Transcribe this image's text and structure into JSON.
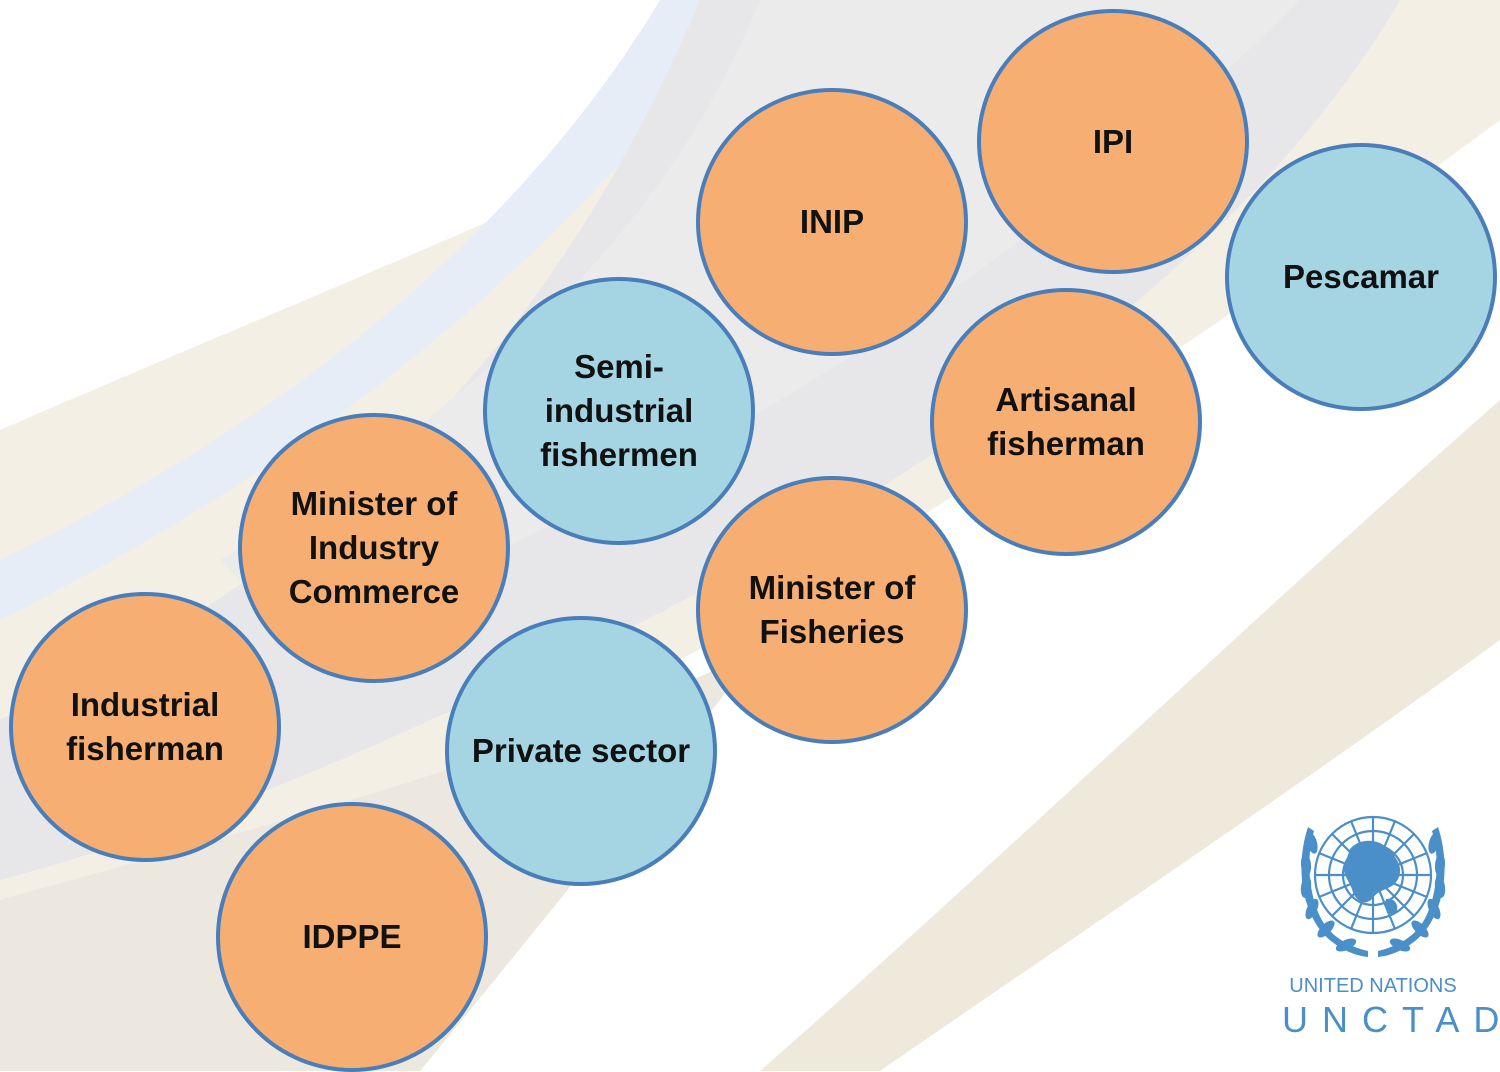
{
  "colors": {
    "orange_fill": "#f6ae73",
    "blue_fill": "#a5d5e3",
    "circle_border": "#4a7ebb",
    "logo_blue": "#4a8fc8"
  },
  "nodes": [
    {
      "id": "ipi",
      "label": "IPI",
      "fill": "orange"
    },
    {
      "id": "inip",
      "label": "INIP",
      "fill": "orange"
    },
    {
      "id": "pescamar",
      "label": "Pescamar",
      "fill": "blue"
    },
    {
      "id": "semi-industrial-fishermen",
      "label": "Semi-\nindustrial\nfishermen",
      "fill": "blue"
    },
    {
      "id": "artisanal-fisherman",
      "label": "Artisanal\nfisherman",
      "fill": "orange"
    },
    {
      "id": "minister-of-industry-commerce",
      "label": "Minister of\nIndustry\nCommerce",
      "fill": "orange"
    },
    {
      "id": "minister-of-fisheries",
      "label": "Minister of\nFisheries",
      "fill": "orange"
    },
    {
      "id": "industrial-fisherman",
      "label": "Industrial\nfisherman",
      "fill": "orange"
    },
    {
      "id": "private-sector",
      "label": "Private sector",
      "fill": "blue"
    },
    {
      "id": "idppe",
      "label": "IDPPE",
      "fill": "orange"
    }
  ],
  "logo": {
    "icon": "un-emblem-icon",
    "line1": "UNITED NATIONS",
    "line2": "UNCTAD"
  }
}
